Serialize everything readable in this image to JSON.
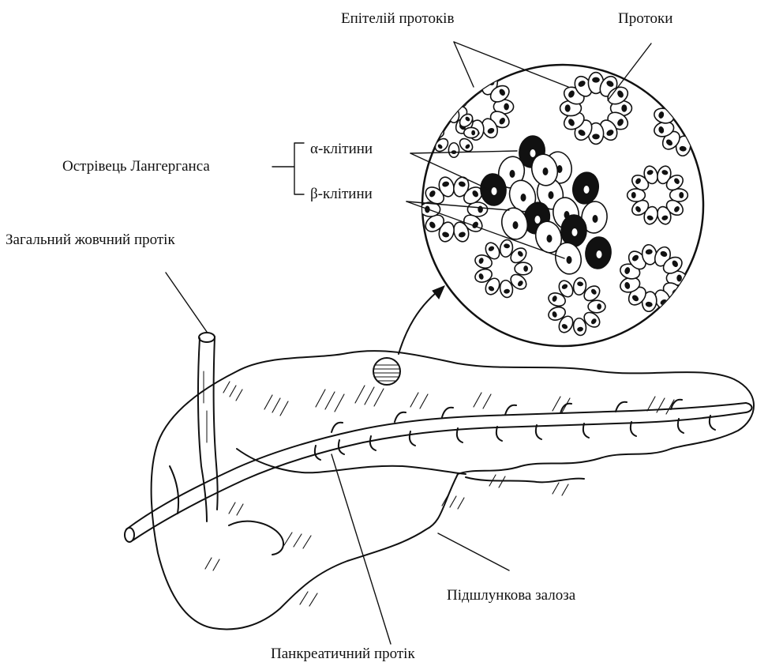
{
  "labels": {
    "duct_epithelium": "Епітелій протоків",
    "ducts": "Протоки",
    "islet": "Острівець Лангерганса",
    "alpha_cells": "α-клітини",
    "beta_cells": "β-клітини",
    "common_bile_duct": "Загальний жовчний протік",
    "pancreas": "Підшлункова залоза",
    "pancreatic_duct": "Панкреатичний протік"
  },
  "colors": {
    "ink": "#111111",
    "paper": "#ffffff"
  }
}
